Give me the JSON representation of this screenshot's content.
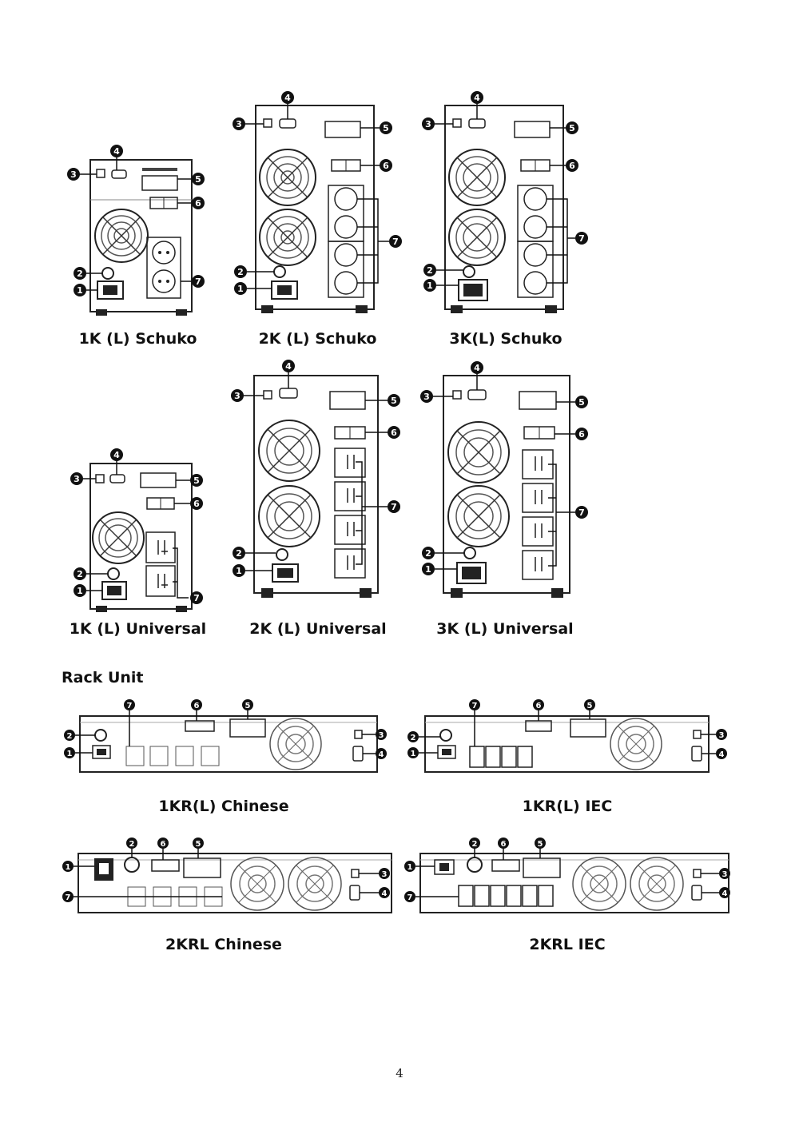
{
  "tower_units": [
    {
      "id": "1k-schuko",
      "label": "1K (L) Schuko",
      "fans": 1,
      "outlets": 2,
      "outlet_style": "schuko",
      "callouts": [
        "1",
        "2",
        "3",
        "4",
        "5",
        "6",
        "7"
      ]
    },
    {
      "id": "2k-schuko",
      "label": "2K (L) Schuko",
      "fans": 2,
      "outlets": 4,
      "outlet_style": "schuko",
      "callouts": [
        "1",
        "2",
        "3",
        "4",
        "5",
        "6",
        "7"
      ]
    },
    {
      "id": "3k-schuko",
      "label": "3K(L) Schuko",
      "fans": 2,
      "outlets": 4,
      "outlet_style": "schuko",
      "callouts": [
        "1",
        "2",
        "3",
        "4",
        "5",
        "6",
        "7"
      ]
    },
    {
      "id": "1k-universal",
      "label": "1K (L) Universal",
      "fans": 1,
      "outlets": 2,
      "outlet_style": "universal",
      "callouts": [
        "1",
        "2",
        "3",
        "4",
        "5",
        "6",
        "7"
      ]
    },
    {
      "id": "2k-universal",
      "label": "2K (L) Universal",
      "fans": 2,
      "outlets": 4,
      "outlet_style": "universal",
      "callouts": [
        "1",
        "2",
        "3",
        "4",
        "5",
        "6",
        "7"
      ]
    },
    {
      "id": "3k-universal",
      "label": "3K (L) Universal",
      "fans": 2,
      "outlets": 4,
      "outlet_style": "universal",
      "callouts": [
        "1",
        "2",
        "3",
        "4",
        "5",
        "6",
        "7"
      ]
    }
  ],
  "rack_section": {
    "heading": "Rack Unit",
    "units": [
      {
        "id": "1kr-chinese",
        "label": "1KR(L) Chinese",
        "callouts": [
          "1",
          "2",
          "3",
          "4",
          "5",
          "6",
          "7"
        ]
      },
      {
        "id": "1kr-iec",
        "label": "1KR(L) IEC",
        "callouts": [
          "1",
          "2",
          "3",
          "4",
          "5",
          "6",
          "7"
        ]
      },
      {
        "id": "2krl-chinese",
        "label": "2KRL Chinese",
        "callouts": [
          "1",
          "2",
          "3",
          "4",
          "5",
          "6",
          "7"
        ]
      },
      {
        "id": "2krl-iec",
        "label": "2KRL IEC",
        "callouts": [
          "1",
          "2",
          "3",
          "4",
          "5",
          "6",
          "7"
        ]
      }
    ]
  },
  "page_number": "4",
  "colors": {
    "ink": "#111111",
    "line": "#333333",
    "light_line": "#777777",
    "paper": "#ffffff"
  }
}
